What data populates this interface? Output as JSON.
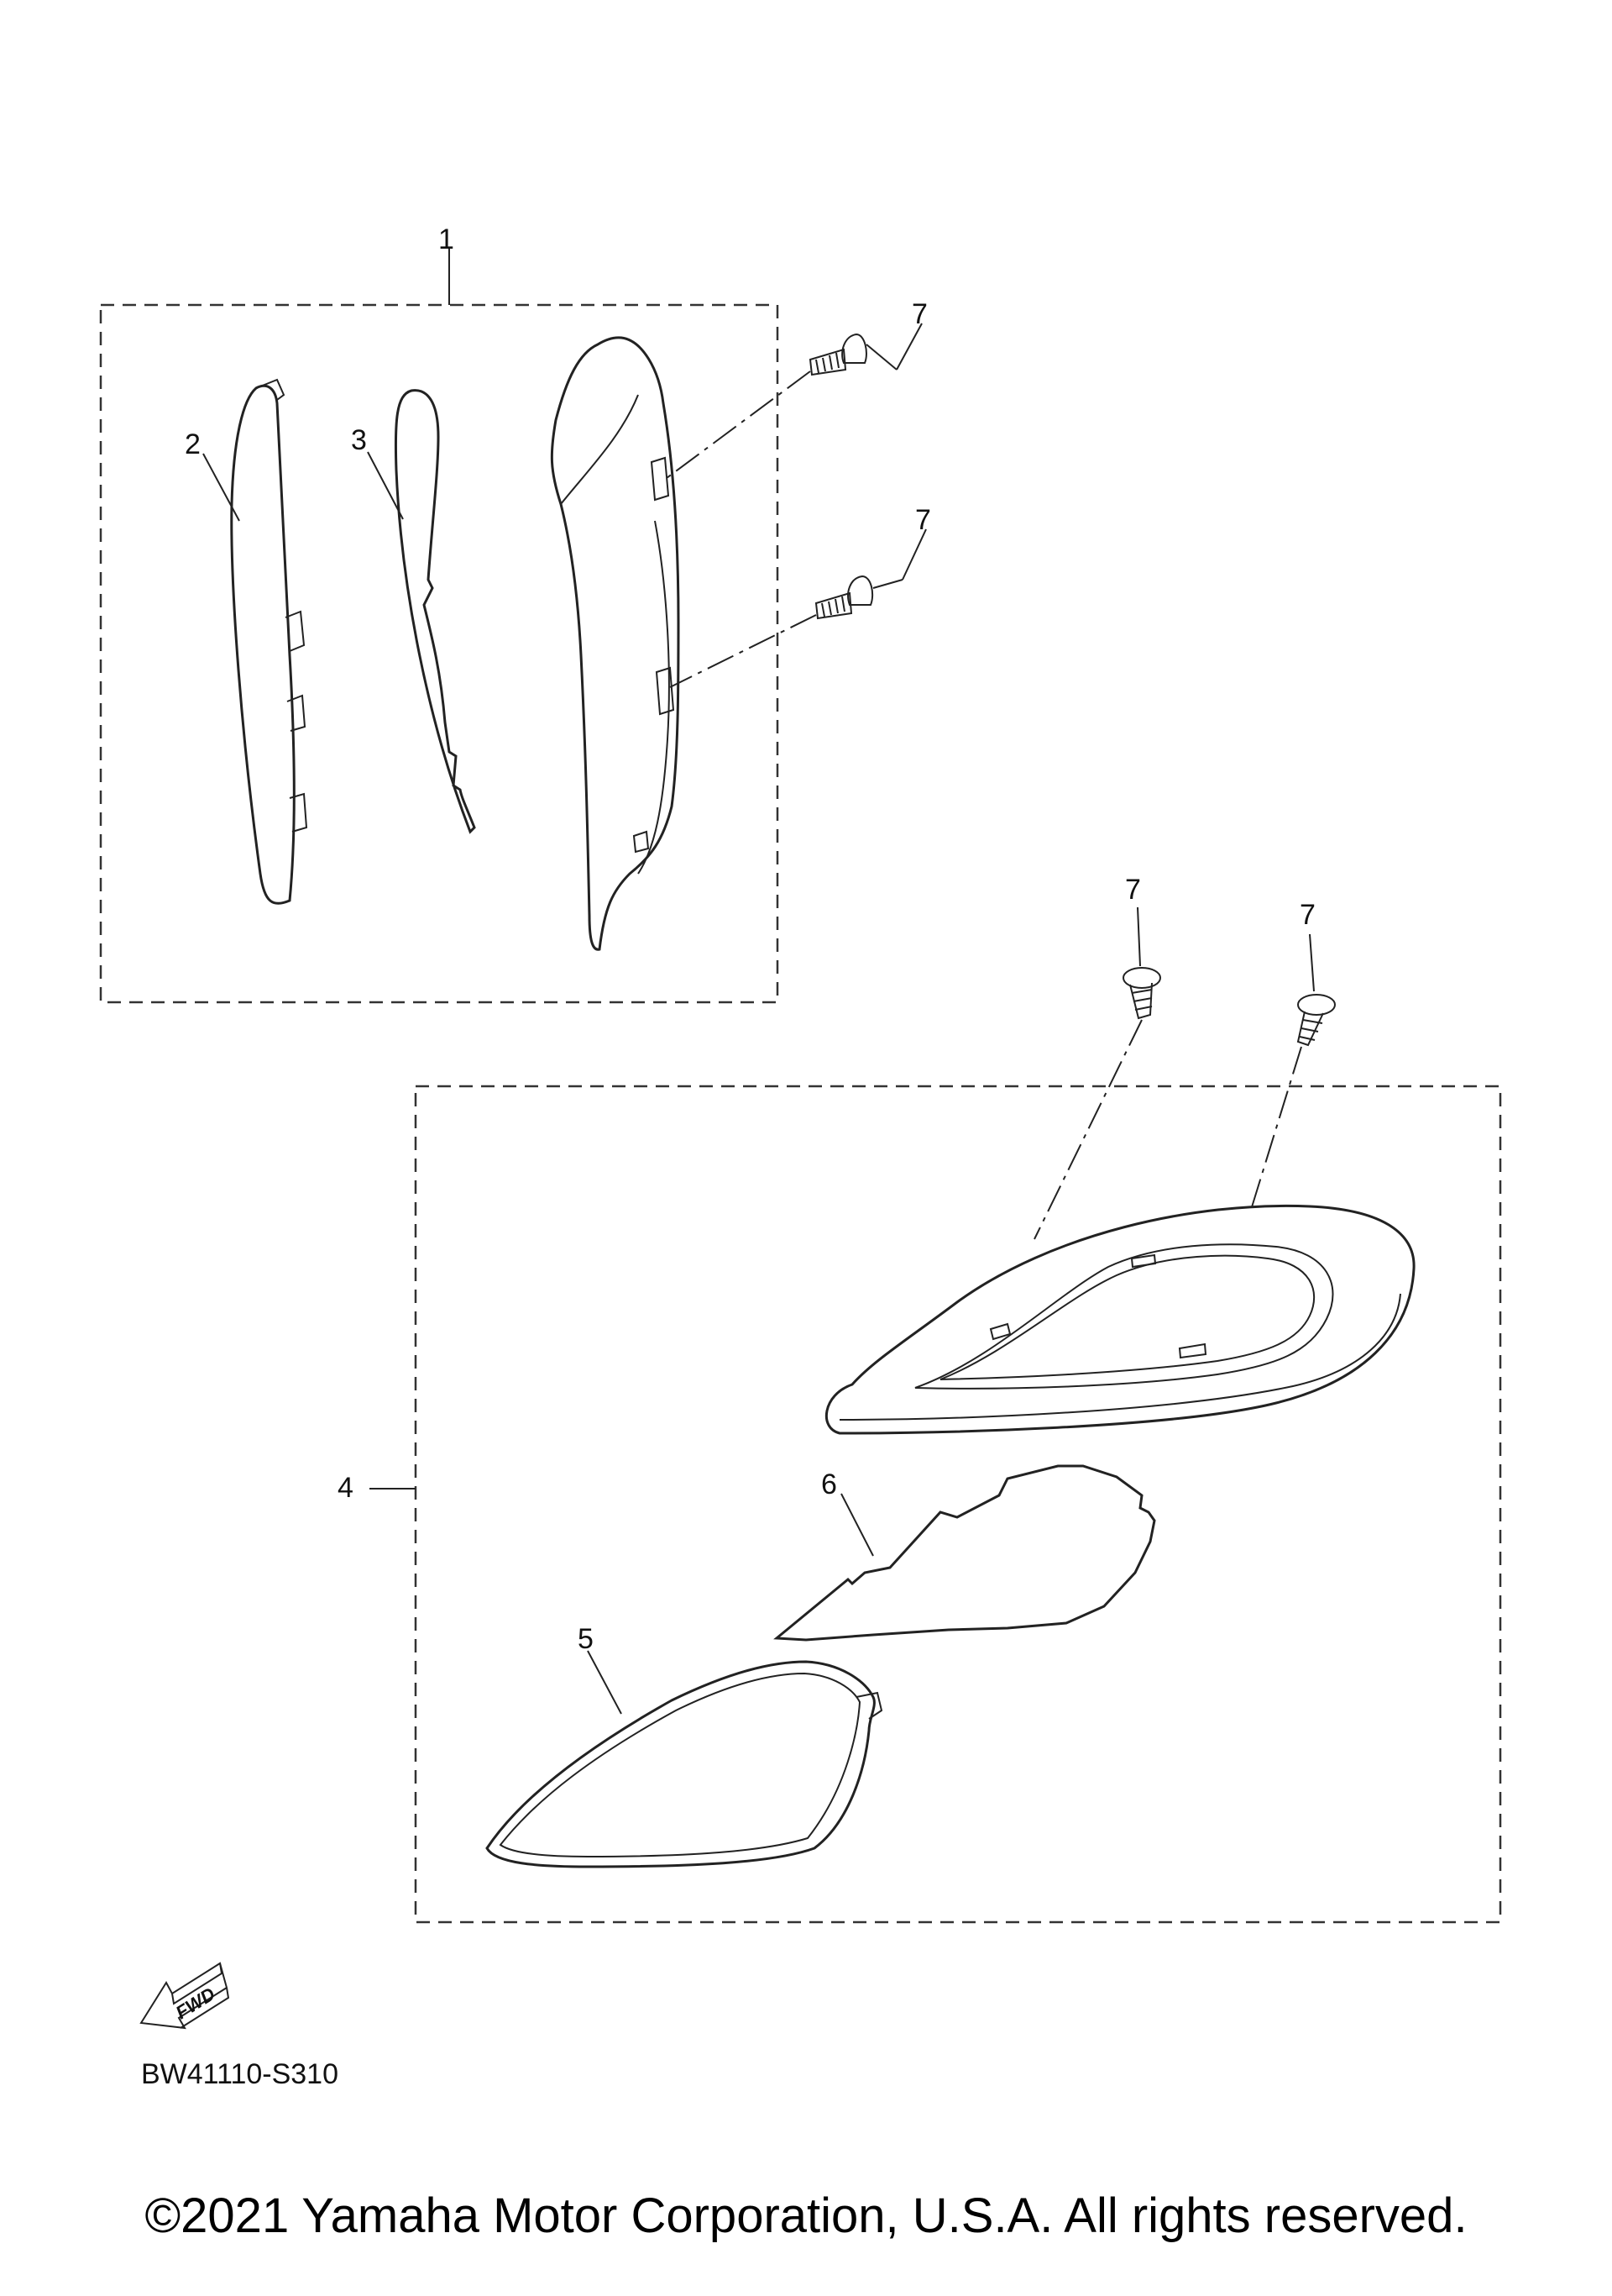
{
  "diagram": {
    "callouts": {
      "c1": "1",
      "c2": "2",
      "c3": "3",
      "c4": "4",
      "c5": "5",
      "c6": "6",
      "c7a": "7",
      "c7b": "7",
      "c7c": "7",
      "c7d": "7"
    },
    "fwd_label": "FWD",
    "diagram_code": "BW41110-S310"
  },
  "footer": {
    "copyright": "©2021 Yamaha Motor Corporation, U.S.A. All rights reserved."
  }
}
